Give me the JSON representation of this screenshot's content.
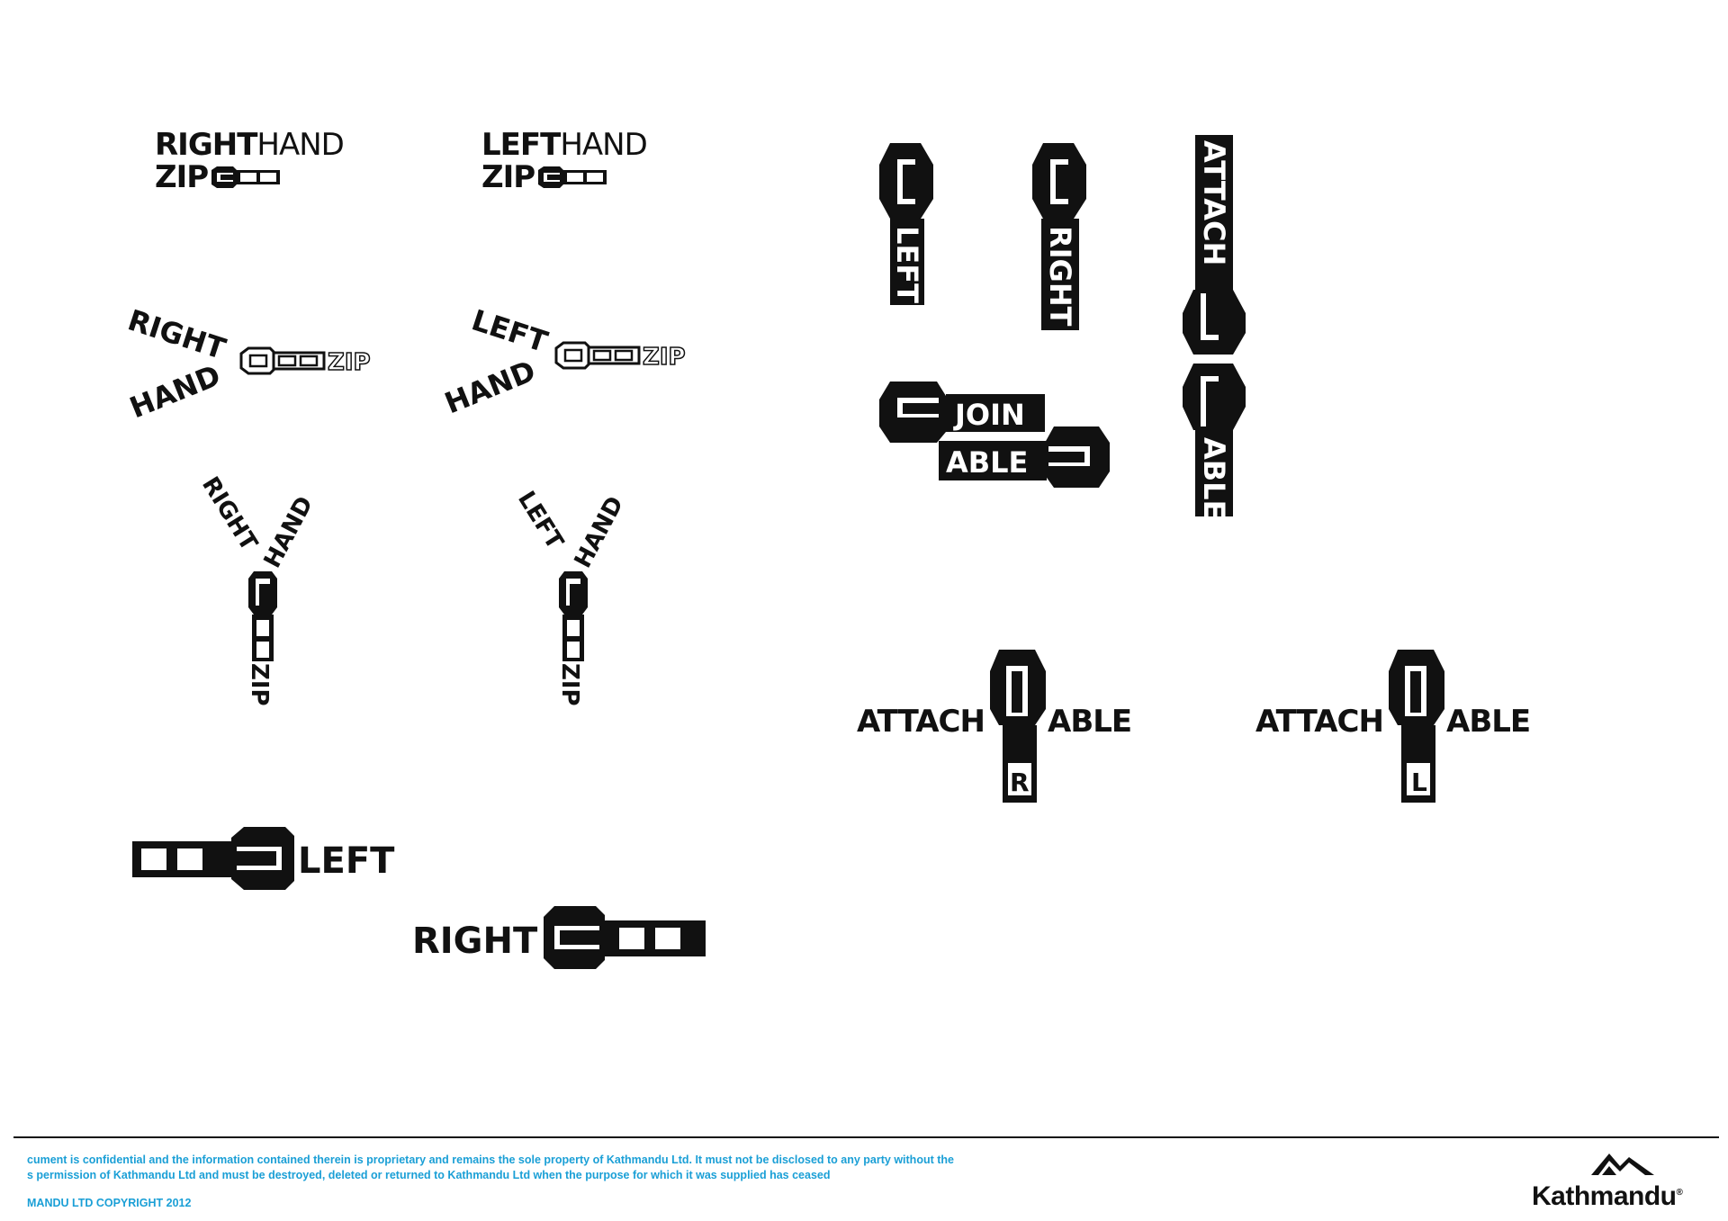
{
  "logos": {
    "righthand_zip": {
      "bold": "RIGHT",
      "light": "HAND",
      "zip": "ZIP"
    },
    "lefthand_zip": {
      "bold": "LEFT",
      "light": "HAND",
      "zip": "ZIP"
    },
    "curved_right": {
      "word1": "RIGHT",
      "word2": "HAND",
      "zip": "ZIP"
    },
    "curved_left": {
      "word1": "LEFT",
      "word2": "HAND",
      "zip": "ZIP"
    },
    "y_right": {
      "word1": "RIGHT",
      "word2": "HAND",
      "zip": "ZIP"
    },
    "y_left": {
      "word1": "LEFT",
      "word2": "HAND",
      "zip": "ZIP"
    },
    "pull_left": {
      "label": "LEFT"
    },
    "pull_right": {
      "label": "RIGHT"
    },
    "tab_left": {
      "label": "LEFT"
    },
    "tab_right": {
      "label": "RIGHT"
    },
    "join_able": {
      "line1": "JOIN",
      "line2": "ABLE"
    },
    "attach_able_vertical": {
      "top": "ATTACH",
      "bottom": "ABLE"
    },
    "attach_r": {
      "left": "ATTACH",
      "right": "ABLE",
      "letter": "R"
    },
    "attach_l": {
      "left": "ATTACH",
      "right": "ABLE",
      "letter": "L"
    }
  },
  "footer": {
    "line1": " cument is confidential and the information contained therein is proprietary and remains the sole property of Kathmandu Ltd. It must not be disclosed to any party without the",
    "line2": "s permission of Kathmandu Ltd and must be destroyed, deleted or returned to Kathmandu Ltd when the purpose for which it was supplied has ceased",
    "copyright": "MANDU LTD COPYRIGHT 2012",
    "brand": "Kathmandu",
    "registered": "®",
    "accent_color": "#1a9fd6"
  }
}
